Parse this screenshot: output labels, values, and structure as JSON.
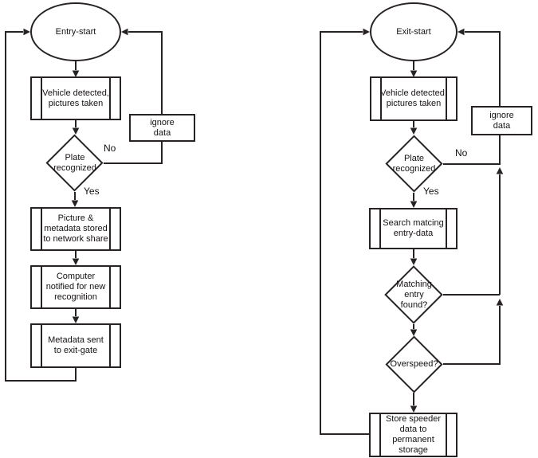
{
  "colors": {
    "line": "#272223",
    "text": "#161213",
    "background": "#ffffff"
  },
  "entry_chart": {
    "start": "Entry-start",
    "vehicle": "Vehicle detected,\npictures taken",
    "plate": "Plate\nrecognized",
    "ignore": "ignore\ndata",
    "no": "No",
    "yes": "Yes",
    "store": "Picture &\nmetadata stored\nto network share",
    "notify": "Computer\nnotified for new\nrecognition",
    "metadata": "Metadata sent\nto exit-gate"
  },
  "exit_chart": {
    "start": "Exit-start",
    "vehicle": "Vehicle detected,\npictures taken",
    "plate": "Plate\nrecognized",
    "ignore": "ignore\ndata",
    "no": "No",
    "yes": "Yes",
    "search": "Search matcing\nentry-data",
    "matching": "Matching\nentry\nfound?",
    "overspeed": "Overspeed?",
    "store": "Store speeder\ndata to\npermanent\nstorage"
  }
}
